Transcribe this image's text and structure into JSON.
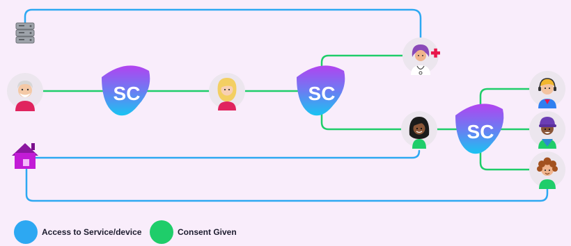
{
  "logo_text": "SC",
  "colors": {
    "access": "#2da8f2",
    "consent": "#1fcd6a",
    "background": "#f9edfb",
    "house": "#c21bd6",
    "medical_cross": "#e8174b"
  },
  "legend": [
    {
      "key": "access",
      "label": "Access to Service/device",
      "color": "#2da8f2"
    },
    {
      "key": "consent",
      "label": "Consent Given",
      "color": "#1fcd6a"
    }
  ],
  "icons": {
    "server": "server-icon",
    "house": "house-icon",
    "elder": "elderly-person-avatar",
    "blonde": "blonde-woman-avatar",
    "doctor": "doctor-avatar",
    "woman": "woman-avatar",
    "headset": "support-agent-avatar",
    "cap": "cap-person-avatar",
    "curly": "curly-hair-avatar"
  }
}
